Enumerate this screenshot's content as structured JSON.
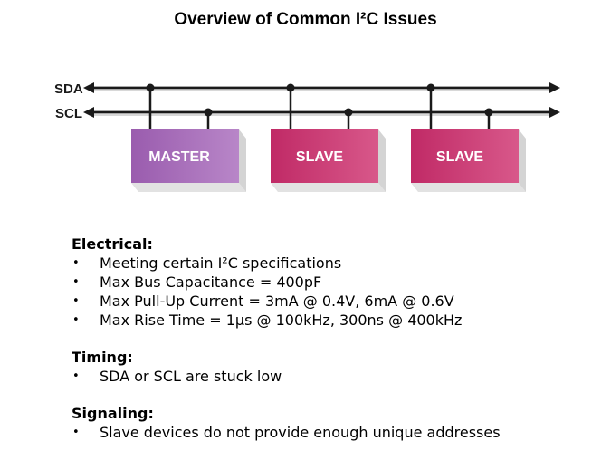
{
  "slide": {
    "title": "Overview of Common I²C Issues"
  },
  "diagram": {
    "bus_lines": [
      "SDA",
      "SCL"
    ],
    "devices": [
      {
        "label": "MASTER",
        "color": "#a064b4"
      },
      {
        "label": "SLAVE",
        "color": "#c8326e"
      },
      {
        "label": "SLAVE",
        "color": "#c8326e"
      }
    ]
  },
  "sections": [
    {
      "heading": "Electrical:",
      "bullets": [
        "Meeting certain I²C specifications",
        "Max Bus Capacitance = 400pF",
        "Max Pull-Up Current = 3mA @ 0.4V, 6mA @ 0.6V",
        "Max Rise Time = 1µs @ 100kHz, 300ns @ 400kHz"
      ]
    },
    {
      "heading": "Timing:",
      "bullets": [
        "SDA or SCL are stuck low"
      ]
    },
    {
      "heading": "Signaling:",
      "bullets": [
        "Slave devices do not provide enough unique addresses"
      ]
    }
  ]
}
